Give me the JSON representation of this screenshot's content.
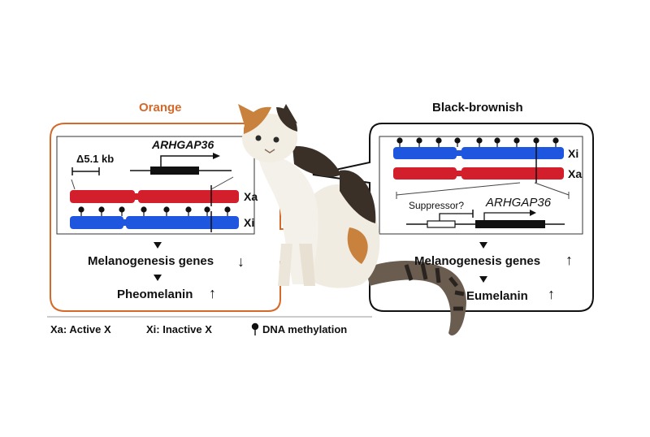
{
  "colors": {
    "orange": "#d5692a",
    "red": "#d21f2b",
    "blue": "#1f56e0",
    "black": "#111111",
    "cat_white": "#f1ece2",
    "cat_orange": "#c9823e",
    "cat_dark": "#3b3027"
  },
  "left_panel": {
    "title": "Orange",
    "deletion_label": "Δ5.1 kb",
    "gene_label": "ARHGAP36",
    "chrom_top_label": "Xa",
    "chrom_bottom_label": "Xi",
    "result_genes": "Melanogenesis genes",
    "result_genes_arrow": "↓",
    "result_pigment": "Pheomelanin",
    "result_pigment_arrow": "↑"
  },
  "right_panel": {
    "title": "Black-brownish",
    "chrom_top_label": "Xi",
    "chrom_bottom_label": "Xa",
    "suppressor_label": "Suppressor?",
    "gene_label": "ARHGAP36",
    "result_genes": "Melanogenesis genes",
    "result_genes_arrow": "↑",
    "result_pigment": "Eumelanin",
    "result_pigment_arrow": "↑"
  },
  "legend": {
    "xa": "Xa: Active X",
    "xi": "Xi: Inactive X",
    "methylation_icon": "lollipop-icon",
    "methylation": "DNA methylation"
  }
}
